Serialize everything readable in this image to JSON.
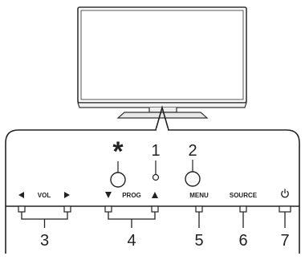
{
  "diagram": {
    "controls": {
      "vol_label": "VOL",
      "prog_label": "PROG",
      "menu_label": "MENU",
      "source_label": "SOURCE"
    },
    "icons": {
      "vol_down": "left-triangle",
      "vol_up": "right-triangle",
      "prog_down": "down-triangle",
      "prog_up": "up-triangle",
      "power": "power-symbol"
    },
    "callouts": {
      "star": "*",
      "n1": "1",
      "n2": "2",
      "n3": "3",
      "n4": "4",
      "n5": "5",
      "n6": "6",
      "n7": "7"
    }
  }
}
